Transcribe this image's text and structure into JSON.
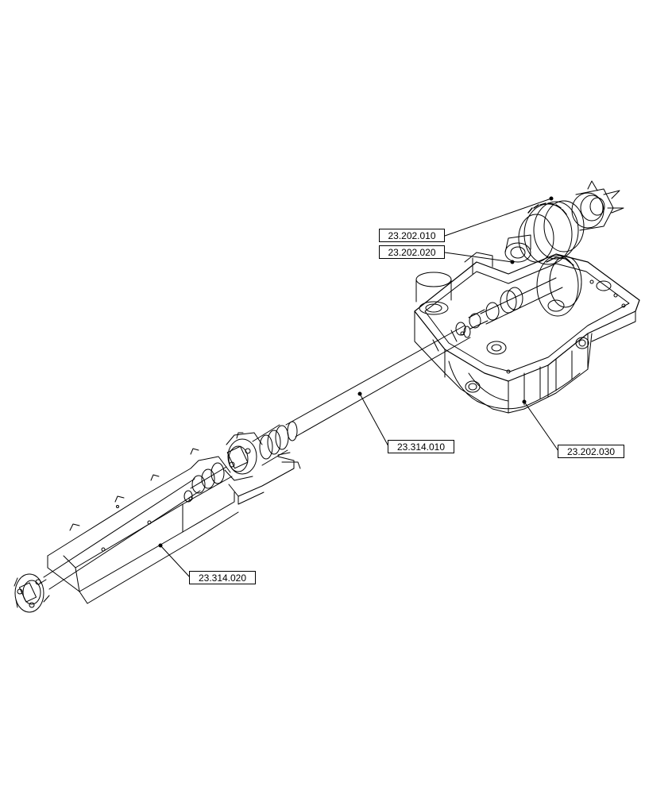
{
  "callouts": [
    {
      "id": "part-ref-1",
      "text": "23.202.010"
    },
    {
      "id": "part-ref-2",
      "text": "23.202.020"
    },
    {
      "id": "part-ref-3",
      "text": "23.314.010"
    },
    {
      "id": "part-ref-4",
      "text": "23.202.030"
    },
    {
      "id": "part-ref-5",
      "text": "23.314.020"
    }
  ],
  "colors": {
    "line": "#000000",
    "background": "#ffffff"
  }
}
